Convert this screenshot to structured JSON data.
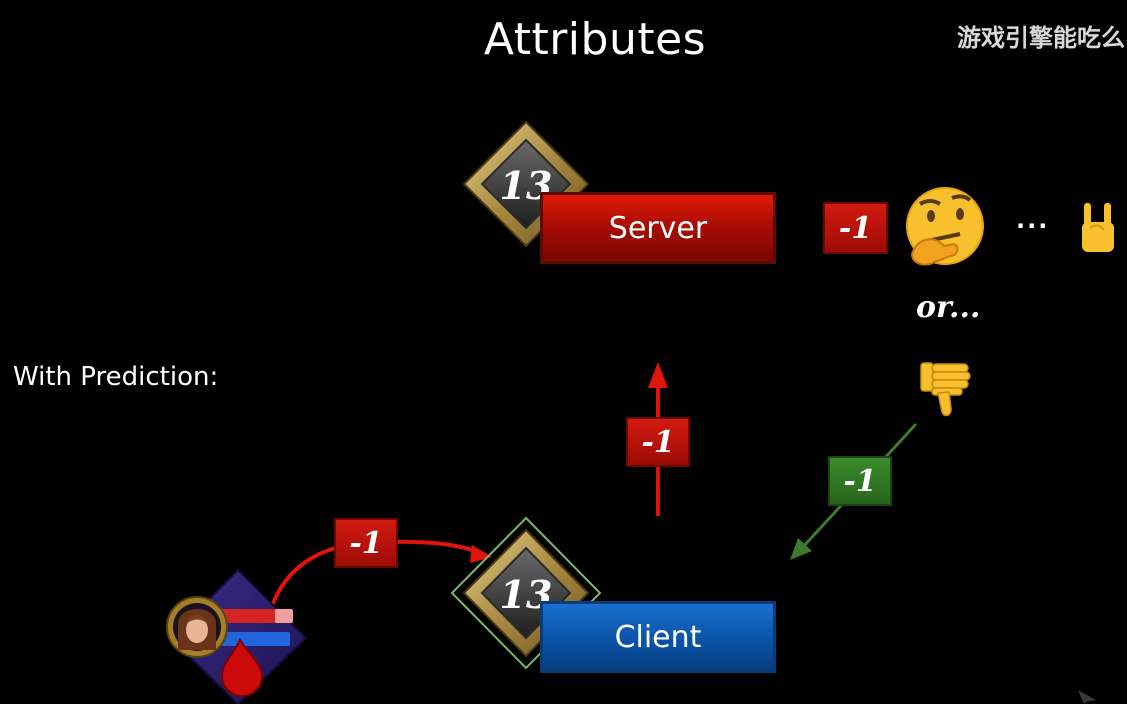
{
  "title": "Attributes",
  "watermark": "游戏引擎能吃么",
  "with_prediction_label": "With Prediction:",
  "server": {
    "label": "Server",
    "badge_value": "13"
  },
  "client": {
    "label": "Client",
    "badge_value": "13"
  },
  "deltas": {
    "server_incoming": "-1",
    "client_to_server": "-1",
    "server_to_client": "-1",
    "ability_to_client": "-1"
  },
  "decision": {
    "ellipsis": "...",
    "or_label": "or..."
  },
  "icons": {
    "thinking": "thinking-face-icon",
    "approve": "rock-on-hand-icon",
    "reject": "thumbs-down-icon",
    "ability": "ability-portrait-icon"
  },
  "colors": {
    "background": "#000000",
    "server_red": "#c0140a",
    "client_blue": "#0f5fbf",
    "green_arrow": "#3f7a2e",
    "gold": "#a88a45"
  }
}
